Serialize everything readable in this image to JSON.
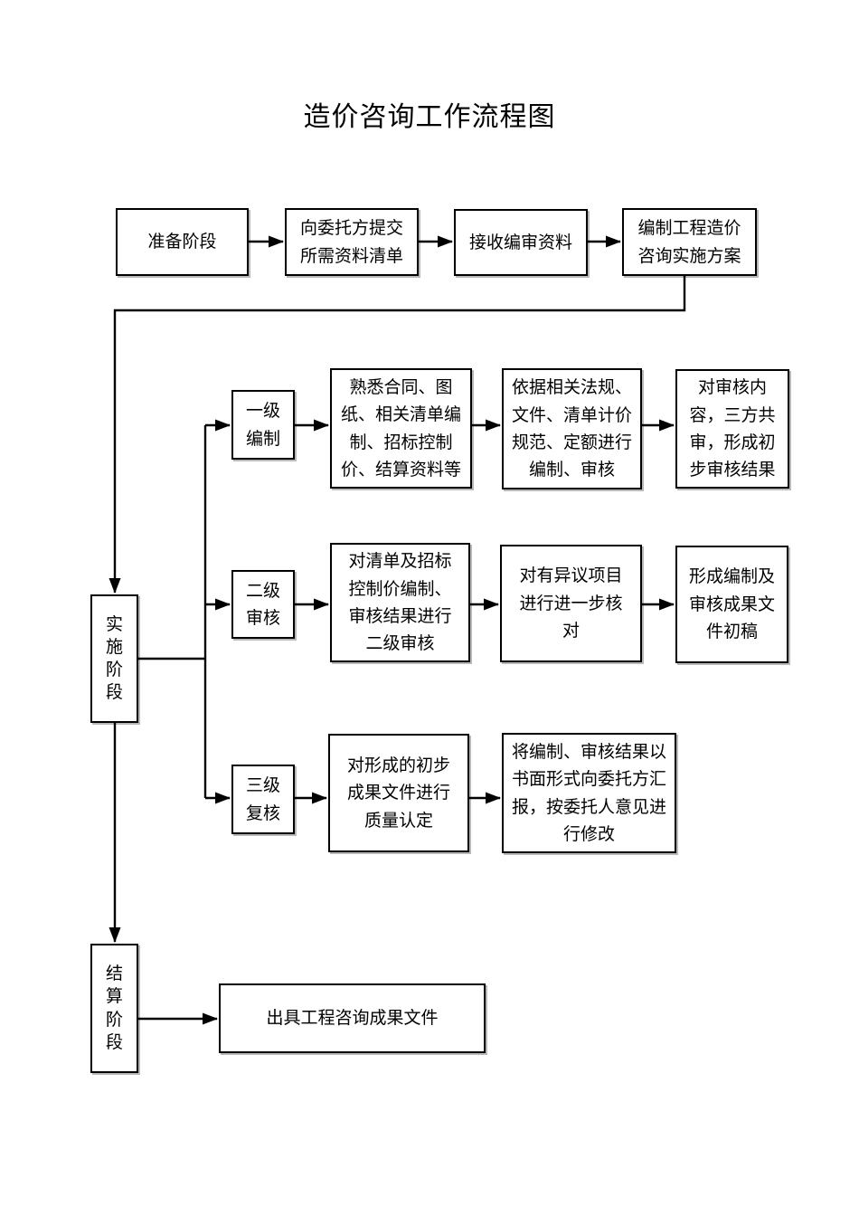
{
  "title": "造价咨询工作流程图",
  "colors": {
    "background": "#ffffff",
    "line": "#000000",
    "box_border": "#000000",
    "text": "#000000"
  },
  "top_row": [
    {
      "label": "准备阶段"
    },
    {
      "label": "向委托方提交所需资料清单"
    },
    {
      "label": "接收编审资料"
    },
    {
      "label": "编制工程造价咨询实施方案"
    }
  ],
  "stages": {
    "implementation": "实施阶段",
    "settlement": "结算阶段"
  },
  "branches": [
    {
      "level_label": "一级编制",
      "steps": [
        "熟悉合同、图纸、相关清单编制、招标控制价、结算资料等",
        "依据相关法规、文件、清单计价规范、定额进行编制、审核",
        "对审核内容，三方共审，形成初步审核结果"
      ]
    },
    {
      "level_label": "二级审核",
      "steps": [
        "对清单及招标控制价编制、审核结果进行二级审核",
        "对有异议项目进行进一步核对",
        "形成编制及审核成果文件初稿"
      ]
    },
    {
      "level_label": "三级复核",
      "steps": [
        "对形成的初步成果文件进行质量认定",
        "将编制、审核结果以书面形式向委托方汇报，按委托人意见进行修改"
      ]
    }
  ],
  "final_output": "出具工程咨询成果文件"
}
